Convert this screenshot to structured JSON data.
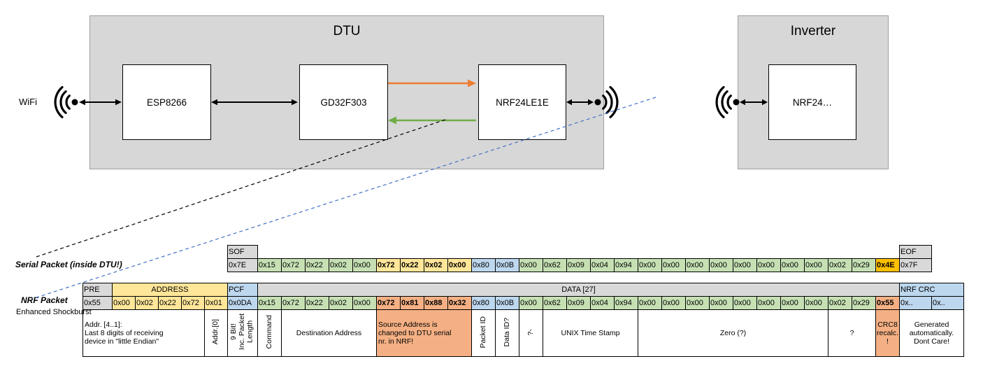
{
  "colors": {
    "gray": "#D9D9D9",
    "green": "#C6E0B4",
    "yellow": "#FFE699",
    "blue": "#BDD7EE",
    "orange": "#FFC000",
    "salmon": "#F4B084",
    "orange_arrow": "#ED7D31",
    "green_arrow": "#70AD47",
    "dashed_blue": "#4472C4"
  },
  "diagram": {
    "wifi_label": "WiFi",
    "dtu_title": "DTU",
    "dtu_chips": [
      "ESP8266",
      "GD32F303",
      "NRF24LE1E"
    ],
    "inverter_title": "Inverter",
    "inverter_chip": "NRF24…"
  },
  "serial": {
    "label": "Serial Packet (inside DTU!)",
    "sof_header": "SOF",
    "eof_header": "EOF",
    "sof_value": "0x7E",
    "eof_value": "0x7F",
    "data_cells": [
      {
        "t": "0x15",
        "c": "green"
      },
      {
        "t": "0x72",
        "c": "green"
      },
      {
        "t": "0x22",
        "c": "green"
      },
      {
        "t": "0x02",
        "c": "green"
      },
      {
        "t": "0x00",
        "c": "green"
      },
      {
        "t": "0x72",
        "c": "yellow",
        "b": true
      },
      {
        "t": "0x22",
        "c": "yellow",
        "b": true
      },
      {
        "t": "0x02",
        "c": "yellow",
        "b": true
      },
      {
        "t": "0x00",
        "c": "yellow",
        "b": true
      },
      {
        "t": "0x80",
        "c": "blue"
      },
      {
        "t": "0x0B",
        "c": "blue"
      },
      {
        "t": "0x00",
        "c": "green"
      },
      {
        "t": "0x62",
        "c": "green"
      },
      {
        "t": "0x09",
        "c": "green"
      },
      {
        "t": "0x04",
        "c": "green"
      },
      {
        "t": "0x94",
        "c": "green"
      },
      {
        "t": "0x00",
        "c": "green"
      },
      {
        "t": "0x00",
        "c": "green"
      },
      {
        "t": "0x00",
        "c": "green"
      },
      {
        "t": "0x00",
        "c": "green"
      },
      {
        "t": "0x00",
        "c": "green"
      },
      {
        "t": "0x00",
        "c": "green"
      },
      {
        "t": "0x00",
        "c": "green"
      },
      {
        "t": "0x00",
        "c": "green"
      },
      {
        "t": "0x02",
        "c": "green"
      },
      {
        "t": "0x29",
        "c": "green"
      },
      {
        "t": "0x4E",
        "c": "orange",
        "b": true
      }
    ]
  },
  "nrf": {
    "label": "NRF Packet",
    "sublabel": "Enhanced Shockburst",
    "headers": [
      {
        "t": "PRE",
        "c": "gray",
        "span": 1
      },
      {
        "t": "ADDRESS",
        "c": "yellow",
        "span": 5,
        "align": "center"
      },
      {
        "t": "PCF",
        "c": "blue",
        "span": 1
      },
      {
        "t": "DATA [27]",
        "c": "gray",
        "span": 27,
        "align": "center"
      },
      {
        "t": "NRF CRC",
        "c": "blue",
        "span": 2
      }
    ],
    "cells": [
      {
        "t": "0x55",
        "c": "gray"
      },
      {
        "t": "0x00",
        "c": "yellow"
      },
      {
        "t": "0x02",
        "c": "yellow"
      },
      {
        "t": "0x22",
        "c": "yellow"
      },
      {
        "t": "0x72",
        "c": "yellow"
      },
      {
        "t": "0x01",
        "c": "yellow"
      },
      {
        "t": "0x0DA",
        "c": "blue"
      },
      {
        "t": "0x15",
        "c": "green"
      },
      {
        "t": "0x72",
        "c": "green"
      },
      {
        "t": "0x22",
        "c": "green"
      },
      {
        "t": "0x02",
        "c": "green"
      },
      {
        "t": "0x00",
        "c": "green"
      },
      {
        "t": "0x72",
        "c": "salmon",
        "b": true
      },
      {
        "t": "0x81",
        "c": "salmon",
        "b": true
      },
      {
        "t": "0x88",
        "c": "salmon",
        "b": true
      },
      {
        "t": "0x32",
        "c": "salmon",
        "b": true
      },
      {
        "t": "0x80",
        "c": "blue"
      },
      {
        "t": "0x0B",
        "c": "blue"
      },
      {
        "t": "0x00",
        "c": "green"
      },
      {
        "t": "0x62",
        "c": "green"
      },
      {
        "t": "0x09",
        "c": "green"
      },
      {
        "t": "0x04",
        "c": "green"
      },
      {
        "t": "0x94",
        "c": "green"
      },
      {
        "t": "0x00",
        "c": "green"
      },
      {
        "t": "0x00",
        "c": "green"
      },
      {
        "t": "0x00",
        "c": "green"
      },
      {
        "t": "0x00",
        "c": "green"
      },
      {
        "t": "0x00",
        "c": "green"
      },
      {
        "t": "0x00",
        "c": "green"
      },
      {
        "t": "0x00",
        "c": "green"
      },
      {
        "t": "0x00",
        "c": "green"
      },
      {
        "t": "0x02",
        "c": "green"
      },
      {
        "t": "0x29",
        "c": "green"
      },
      {
        "t": "0x55",
        "c": "salmon",
        "b": true
      },
      {
        "t": "0x..",
        "c": "blue"
      },
      {
        "t": "0x..",
        "c": "blue"
      }
    ],
    "annotations": [
      {
        "t": "Addr. [4..1]:\nLast 8 digits of receiving\ndevice in \"little Endian\"",
        "span": 5,
        "align": "left"
      },
      {
        "t": "Addr.[0]",
        "span": 1,
        "rot": true
      },
      {
        "t": "9 Bit!\nInc. Packet\nLength",
        "span": 1,
        "rot": true
      },
      {
        "t": "Command",
        "span": 1,
        "rot": true
      },
      {
        "t": "Destination Address",
        "span": 4,
        "align": "center"
      },
      {
        "t": "Source Address is\nchanged to DTU serial\nnr. in NRF!",
        "span": 4,
        "align": "left",
        "c": "salmon"
      },
      {
        "t": "Packet ID",
        "span": 1,
        "rot": true
      },
      {
        "t": "Data ID?",
        "span": 1,
        "rot": true
      },
      {
        "t": "?-",
        "span": 1,
        "rot": true
      },
      {
        "t": "UNIX Time Stamp",
        "span": 4,
        "align": "center"
      },
      {
        "t": "Zero (?)",
        "span": 8,
        "align": "center"
      },
      {
        "t": "?",
        "span": 2,
        "align": "center"
      },
      {
        "t": "CRC8\nrecalc.\n!",
        "span": 1,
        "align": "center",
        "c": "salmon"
      },
      {
        "t": "Generated\nautomatically.\nDont Care!",
        "span": 2,
        "align": "center"
      }
    ]
  }
}
